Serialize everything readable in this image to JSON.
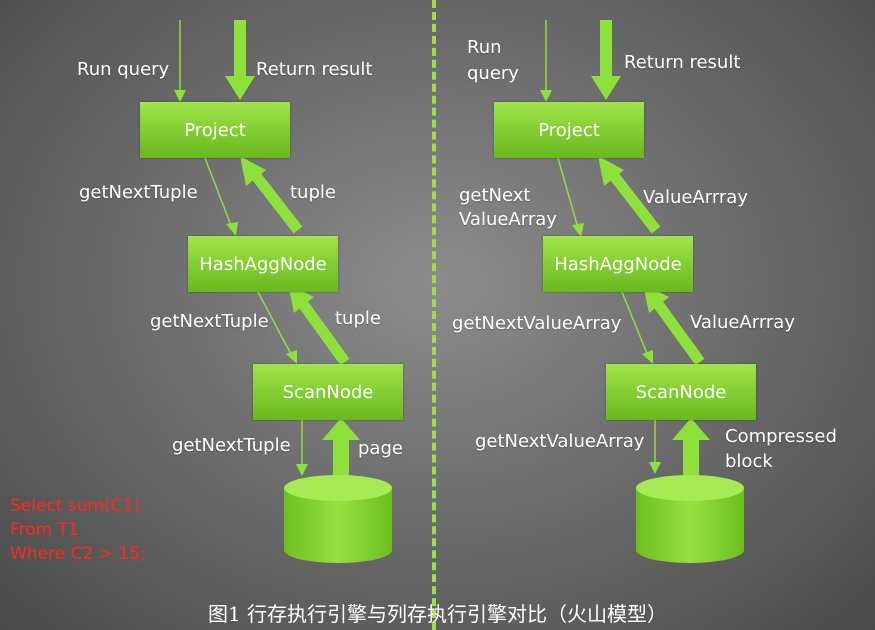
{
  "colors": {
    "node_fill": "#7fcc2f",
    "arrow_green": "#8ee03c",
    "divider": "#9be04a",
    "sql_text": "#ff2a1a",
    "label_text": "#ffffff"
  },
  "row_engine": {
    "run_query": "Run query",
    "return_result": "Return result",
    "project": "Project",
    "hash_agg_node": "HashAggNode",
    "scan_node": "ScanNode",
    "get_next_1": "getNextTuple",
    "get_next_2": "getNextTuple",
    "get_next_3": "getNextTuple",
    "result_1": "tuple",
    "result_2": "tuple",
    "result_3": "page"
  },
  "column_engine": {
    "run_query_line1": "Run",
    "run_query_line2": "query",
    "return_result": "Return  result",
    "project": "Project",
    "hash_agg_node": "HashAggNode",
    "scan_node": "ScanNode",
    "get_next_1_line1": "getNext",
    "get_next_1_line2": "ValueArray",
    "get_next_2": "getNextValueArray",
    "get_next_3": "getNextValueArray",
    "result_1": "ValueArrray",
    "result_2": "ValueArrray",
    "result_3_line1": "Compressed",
    "result_3_line2": "block"
  },
  "sql": {
    "line1": "Select sum(C1)",
    "line2": "From  T1",
    "line3": "Where C2 > 15;"
  },
  "caption": "图1 行存执行引擎与列存执行引擎对比（火山模型）"
}
